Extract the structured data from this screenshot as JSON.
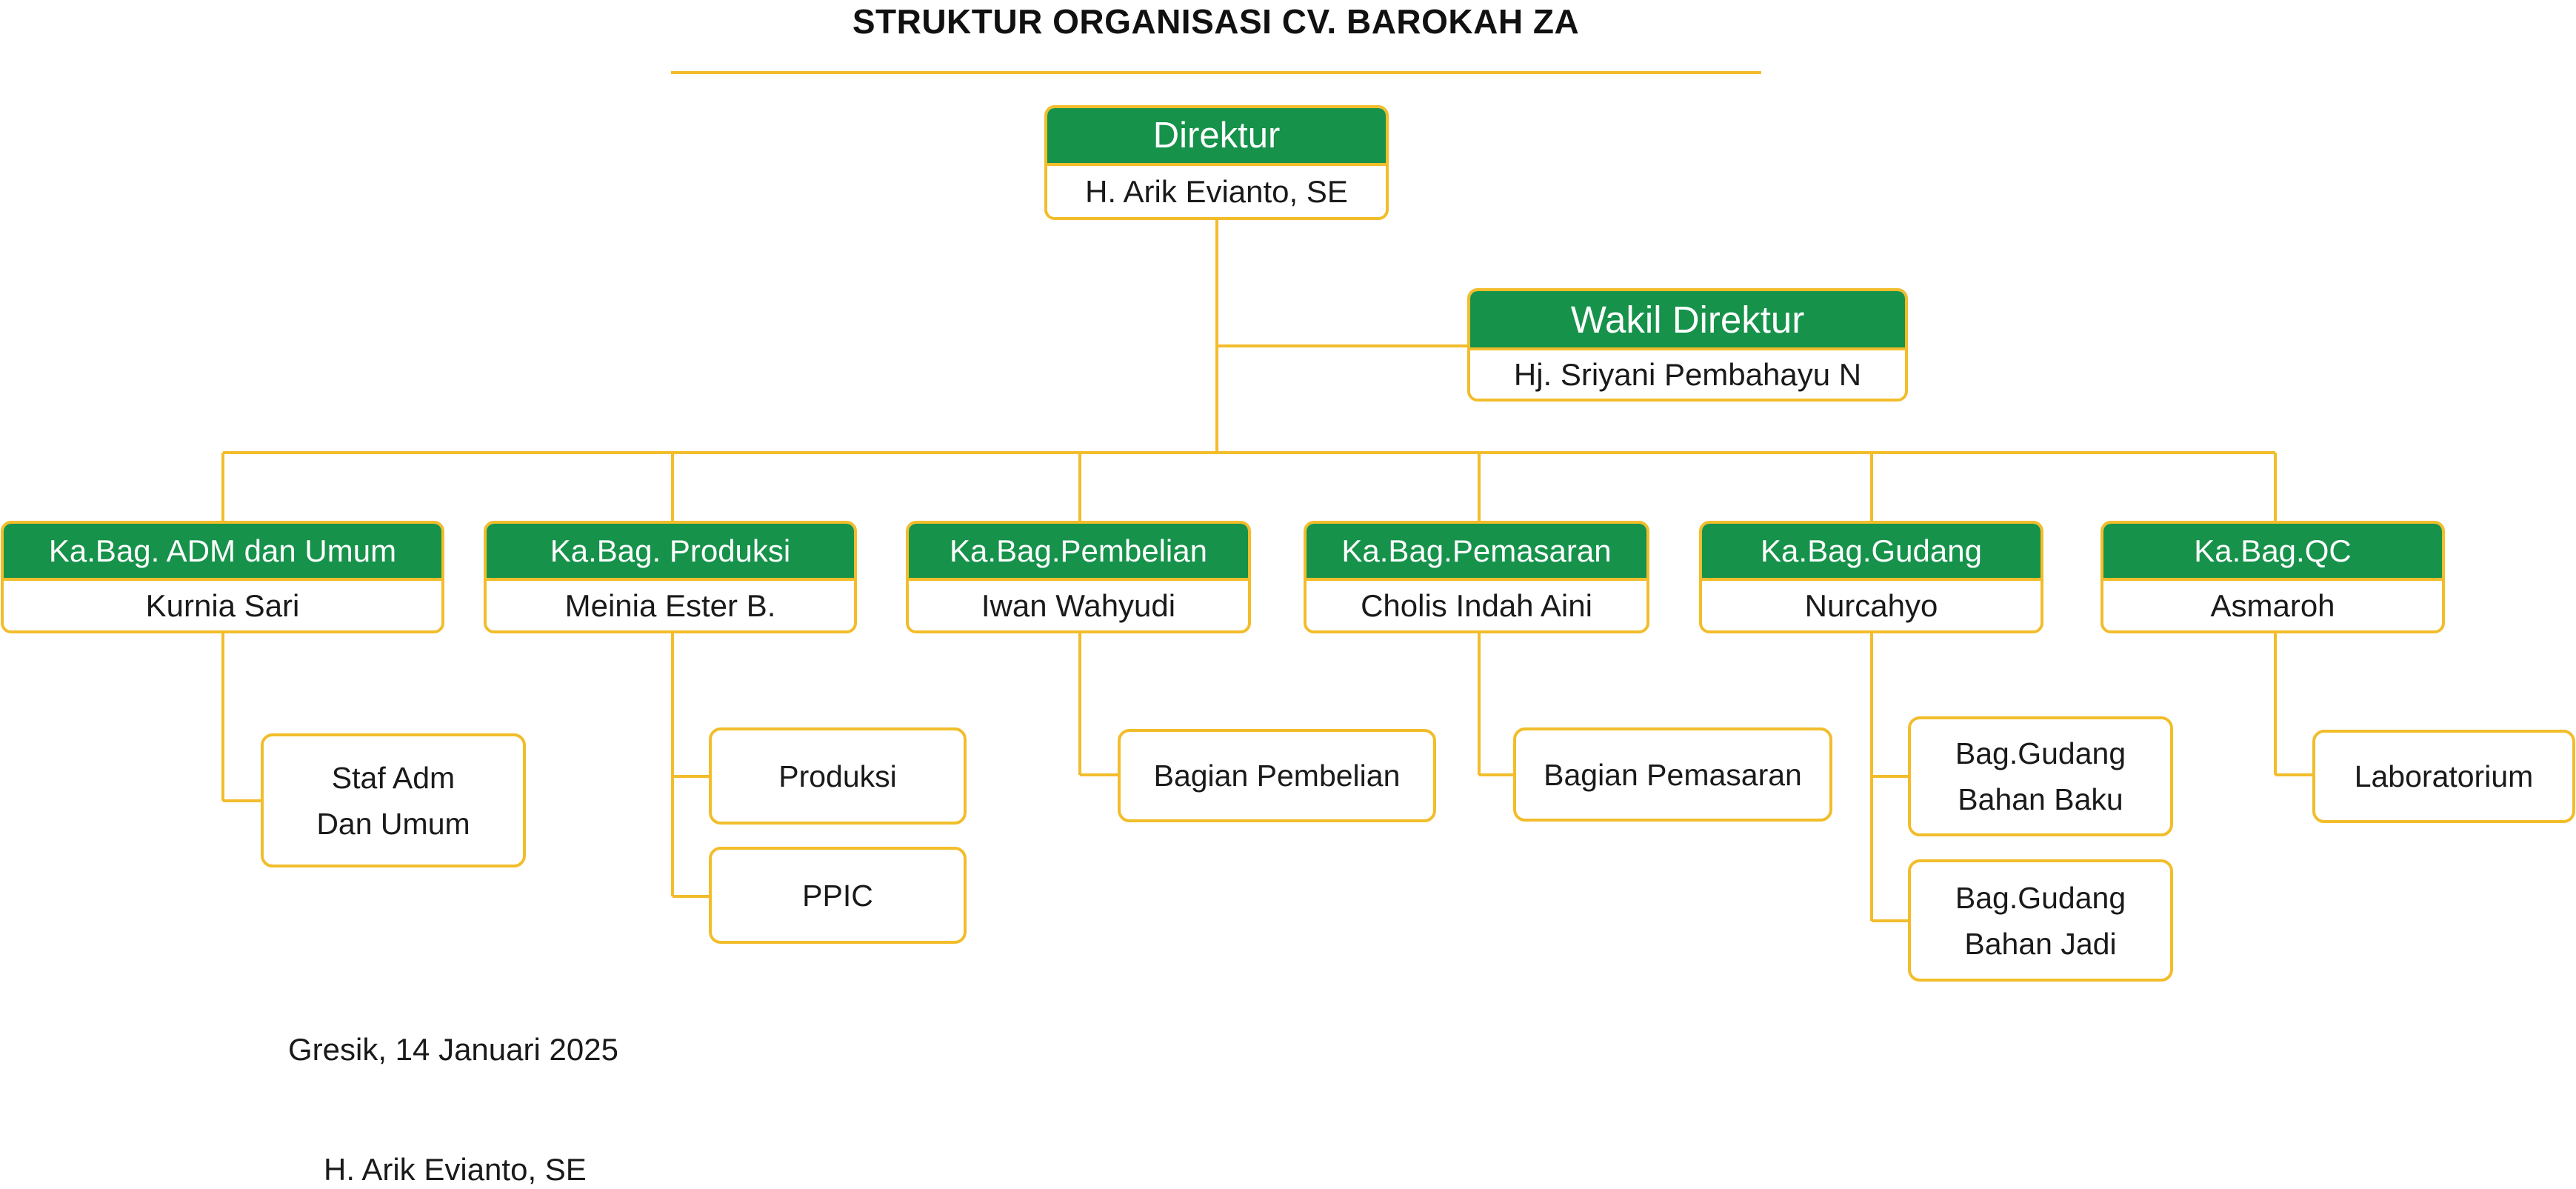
{
  "title": "STRUKTUR ORGANISASI CV. BAROKAH ZA",
  "colors": {
    "header_green": "#16924a",
    "line_yellow": "#f2bd2b"
  },
  "direktur": {
    "role": "Direktur",
    "name": "H. Arik Evianto, SE"
  },
  "wakil": {
    "role": "Wakil Direktur",
    "name": "Hj. Sriyani Pembahayu N"
  },
  "departments": [
    {
      "role": "Ka.Bag. ADM dan Umum",
      "name": "Kurnia Sari",
      "units": [
        "Staf Adm\nDan Umum"
      ]
    },
    {
      "role": "Ka.Bag. Produksi",
      "name": "Meinia Ester B.",
      "units": [
        "Produksi",
        "PPIC"
      ]
    },
    {
      "role": "Ka.Bag.Pembelian",
      "name": "Iwan Wahyudi",
      "units": [
        "Bagian Pembelian"
      ]
    },
    {
      "role": "Ka.Bag.Pemasaran",
      "name": "Cholis Indah Aini",
      "units": [
        "Bagian Pemasaran"
      ]
    },
    {
      "role": "Ka.Bag.Gudang",
      "name": "Nurcahyo",
      "units": [
        "Bag.Gudang\nBahan Baku",
        "Bag.Gudang\nBahan Jadi"
      ]
    },
    {
      "role": "Ka.Bag.QC",
      "name": "Asmaroh",
      "units": [
        "Laboratorium"
      ]
    }
  ],
  "footer": {
    "place_date": "Gresik, 14 Januari 2025",
    "signatory": "H. Arik Evianto, SE"
  }
}
